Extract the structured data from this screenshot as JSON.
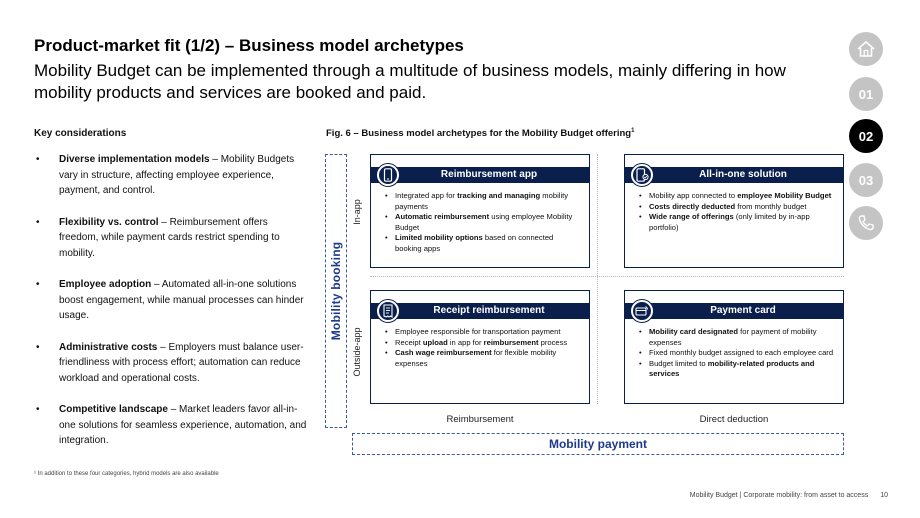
{
  "header": {
    "title": "Product-market fit (1/2) – Business model archetypes",
    "subtitle": "Mobility Budget can be implemented through a multitude of business models, mainly differing in how mobility products and services are booked and paid."
  },
  "considerations": {
    "heading": "Key considerations",
    "items": [
      {
        "bold": "Diverse implementation models",
        "text": " – Mobility Budgets vary in structure, affecting employee experience, payment, and control."
      },
      {
        "bold": "Flexibility vs. control",
        "text": " – Reimbursement offers freedom, while payment cards restrict spending to mobility."
      },
      {
        "bold": "Employee adoption",
        "text": " – Automated all-in-one solutions boost engagement, while manual processes can hinder usage."
      },
      {
        "bold": "Administrative costs",
        "text": " – Employers must balance user-friendliness with process effort; automation can reduce workload and operational costs."
      },
      {
        "bold": "Competitive landscape",
        "text": " – Market leaders favor all-in-one solutions for seamless experience, automation, and integration."
      }
    ]
  },
  "figure": {
    "caption": "Fig. 6 – Business model archetypes for the Mobility Budget offering",
    "caption_sup": "1",
    "booking_label": "Mobility booking",
    "row_labels": {
      "in_app": "In-app",
      "outside_app": "Outside-app"
    },
    "col_labels": {
      "reimbursement": "Reimbursement",
      "direct": "Direct deduction"
    },
    "payment_label": "Mobility payment",
    "cards": {
      "reimbursement_app": {
        "title": "Reimbursement app",
        "icon": "smartphone-icon",
        "b0a": "Integrated app for ",
        "b0b": "tracking and managing",
        "b0c": " mobility payments",
        "b1a": "Automatic reimbursement",
        "b1b": " using employee Mobility Budget",
        "b2a": "Limited mobility options",
        "b2b": " based on connected booking apps"
      },
      "all_in_one": {
        "title": "All-in-one solution",
        "icon": "phone-app-icon",
        "b0a": "Mobility app connected to ",
        "b0b": "employee Mobility Budget",
        "b1a": "Costs directly deducted",
        "b1b": " from monthly budget",
        "b2a": "Wide range of offerings",
        "b2b": " (only limited by in-app portfolio)"
      },
      "receipt": {
        "title": "Receipt reimbursement",
        "icon": "receipt-icon",
        "b0a": "Employee responsible for transportation payment",
        "b1a": "Receipt ",
        "b1b": "upload",
        "b1c": " in app for ",
        "b1d": "reimbursement",
        "b1e": " process",
        "b2a": "Cash wage reimbursement",
        "b2b": " for flexible mobility expenses"
      },
      "payment_card": {
        "title": "Payment card",
        "icon": "payment-card-icon",
        "b0a": "Mobility card designated",
        "b0b": " for payment of mobility expenses",
        "b1a": "Fixed monthly budget assigned to each employee card",
        "b2a": "Budget limited to ",
        "b2b": "mobility-related products and services"
      }
    }
  },
  "footnote": "¹ In addition to these four categories, hybrid models are also available",
  "footer": {
    "text": "Mobility Budget | Corporate mobility: from asset to access",
    "page": "10"
  },
  "nav": {
    "home_icon": "home-icon",
    "items": [
      "01",
      "02",
      "03"
    ],
    "active": "02",
    "phone_icon": "phone-icon"
  },
  "colors": {
    "navy": "#0b1f4d",
    "accent_blue": "#1e3a8a",
    "nav_inactive": "#c4c4c4",
    "nav_active": "#000000"
  }
}
